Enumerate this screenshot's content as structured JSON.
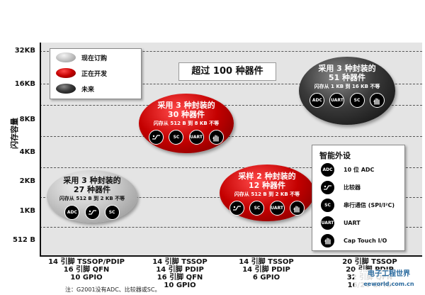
{
  "y_axis": {
    "title": "闪存容量",
    "ticks": [
      "32KB",
      "16KB",
      "8KB",
      "4KB",
      "2KB",
      "1KB",
      "512 B"
    ]
  },
  "x_axis": {
    "groups": [
      [
        "14 引脚 TSSOP/PDIP",
        "16 引脚 QFN",
        "10 GPIO"
      ],
      [
        "14 引脚 TSSOP",
        "14 引脚 PDIP",
        "16 引脚 QFN",
        "10 GPIO"
      ],
      [
        "14 引脚 TSSOP",
        "14 引脚 PDIP",
        "6 GPIO"
      ],
      [
        "20 引脚 TSSOP",
        "20 引脚 PDIP",
        "32 引脚 QFN",
        "16/24 GPIO"
      ]
    ]
  },
  "legend": [
    {
      "label": "现在订购",
      "color": "#c8c8c8"
    },
    {
      "label": "正在开发",
      "color": "#c40000"
    },
    {
      "label": "未来",
      "color": "#333333"
    }
  ],
  "banner": "超过 100 种器件",
  "ellipses": [
    {
      "status": "现在订购",
      "line1": "采用 3 种封装的",
      "line2": "27 种器件",
      "flash": "闪存从 512 B 到 2 KB 不等",
      "icons": [
        "ADC",
        "comparator",
        "SC"
      ]
    },
    {
      "status": "正在开发",
      "line1": "采用 3 种封装的",
      "line2": "30 种器件",
      "flash": "闪存从 512 B 到 8 KB 不等",
      "icons": [
        "comparator",
        "SC",
        "UART",
        "cap-touch"
      ]
    },
    {
      "status": "正在开发",
      "line1": "采样 2 种封装的",
      "line2": "12 种器件",
      "flash": "闪存从 512 B 到 2 KB 不等",
      "icons": [
        "comparator",
        "SC",
        "UART",
        "cap-touch"
      ]
    },
    {
      "status": "未来",
      "line1": "采用 3 种封装的",
      "line2": "51 种器件",
      "flash": "闪存从 1 KB 到 16 KB 不等",
      "icons": [
        "ADC",
        "SC",
        "UART",
        "cap-touch"
      ]
    }
  ],
  "features": {
    "title": "智能外设",
    "items": [
      {
        "icon": "ADC",
        "label": "10 位 ADC"
      },
      {
        "icon": "comparator",
        "label": "比较器"
      },
      {
        "icon": "SC",
        "label": "串行通信 (SPI/I²C)"
      },
      {
        "icon": "UART",
        "label": "UART"
      },
      {
        "icon": "cap-touch",
        "label": "Cap Touch I/O"
      }
    ]
  },
  "icon_text": {
    "adc": "ADC",
    "sc": "SC",
    "uart": "UART"
  },
  "footnote": "注：G2001没有ADC、比较器或SC。",
  "watermark": {
    "line1": "电子工程世界",
    "line2": "eeworld.com.cn"
  }
}
